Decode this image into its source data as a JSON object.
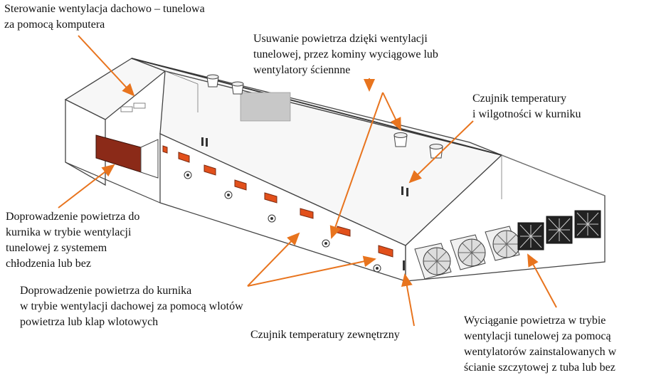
{
  "colors": {
    "arrow": "#e8741e",
    "inlet": "#e2501b",
    "cooling_pad": "#8b2a18",
    "outline": "#444444"
  },
  "labels": {
    "computer_control": [
      "Sterowanie wentylacja dachowo – tunelowa",
      "za pomocą komputera"
    ],
    "air_removal": [
      "Usuwanie powietrza dzięki wentylacji",
      "tunelowej, przez kominy wyciągowe lub",
      "wentylatory ściennne"
    ],
    "temp_humidity_sensor": [
      "Czujnik temperatury",
      "i wilgotności w kurniku"
    ],
    "tunnel_air_supply": [
      "Doprowadzenie powietrza do",
      "kurnika w trybie wentylacji",
      "tunelowej z systemem",
      "chłodzenia lub bez"
    ],
    "roof_air_supply": [
      "Doprowadzenie powietrza do kurnika",
      "w trybie wentylacji dachowej za pomocą wlotów",
      "powietrza lub klap wlotowych"
    ],
    "outside_temp_sensor": [
      "Czujnik temperatury zewnętrzny"
    ],
    "tunnel_extraction": [
      "Wyciąganie powietrza w trybie",
      "wentylacji tunelowej za pomocą",
      "wentylatorów zainstalowanych w",
      "ścianie szczytowej z tuba lub bez"
    ]
  }
}
